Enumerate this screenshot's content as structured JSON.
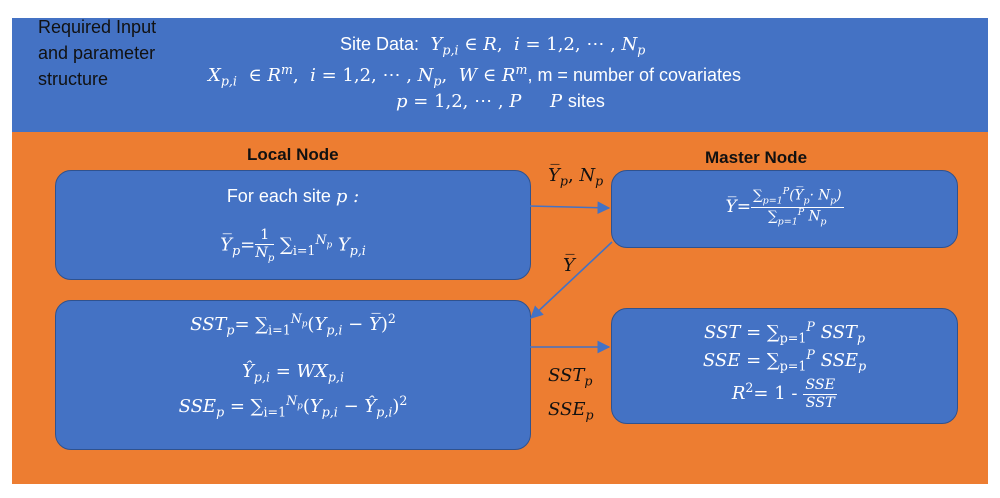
{
  "header": {
    "label_lines": [
      "Required Input",
      "and parameter",
      "structure"
    ],
    "site_data_label": "Site Data:",
    "m_note": ", m = number of covariates",
    "sites_word": "sites"
  },
  "local_node": {
    "title": "Local Node",
    "box1_text": "For each site",
    "box1_var": "p :"
  },
  "master_node": {
    "title": "Master Node",
    "r2_minus": "= 1 -"
  },
  "colors": {
    "top_panel": "#4472c4",
    "bottom_panel": "#ed7d31",
    "box_fill": "#4472c4",
    "box_border": "#2f528f"
  }
}
